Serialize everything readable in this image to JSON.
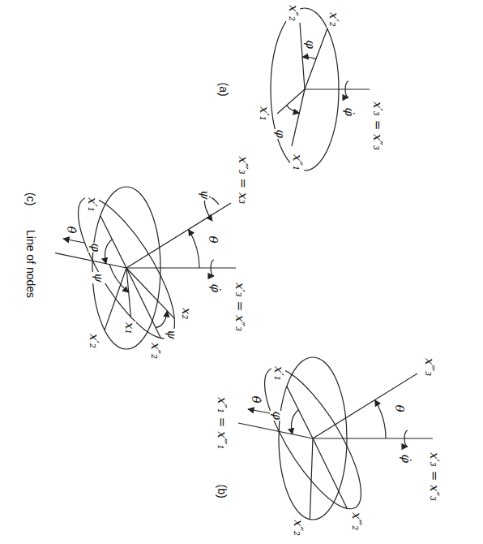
{
  "diagram": {
    "labels": [
      "x′₃ = x″₃",
      "φ̇",
      "x′₁",
      "x″₁",
      "φ",
      "x′₂",
      "x″₂",
      "φ",
      "(a)",
      "x‴₃",
      "θ",
      "x′₃ = x″₃",
      "φ̇",
      "x′₁",
      "φ",
      "θ̇",
      "x″₁ = x‴₁",
      "x‴₂",
      "x″₂",
      "(b)",
      "x‴₃ = x₃",
      "θ",
      "x′₃ = x″₃",
      "φ̇",
      "ψ̇",
      "x′₁",
      "φ",
      "θ̇",
      "ψ",
      "x₁",
      "ψ",
      "x₂",
      "x″₂",
      "x′₂",
      "Line of nodes",
      "(c)"
    ]
  }
}
